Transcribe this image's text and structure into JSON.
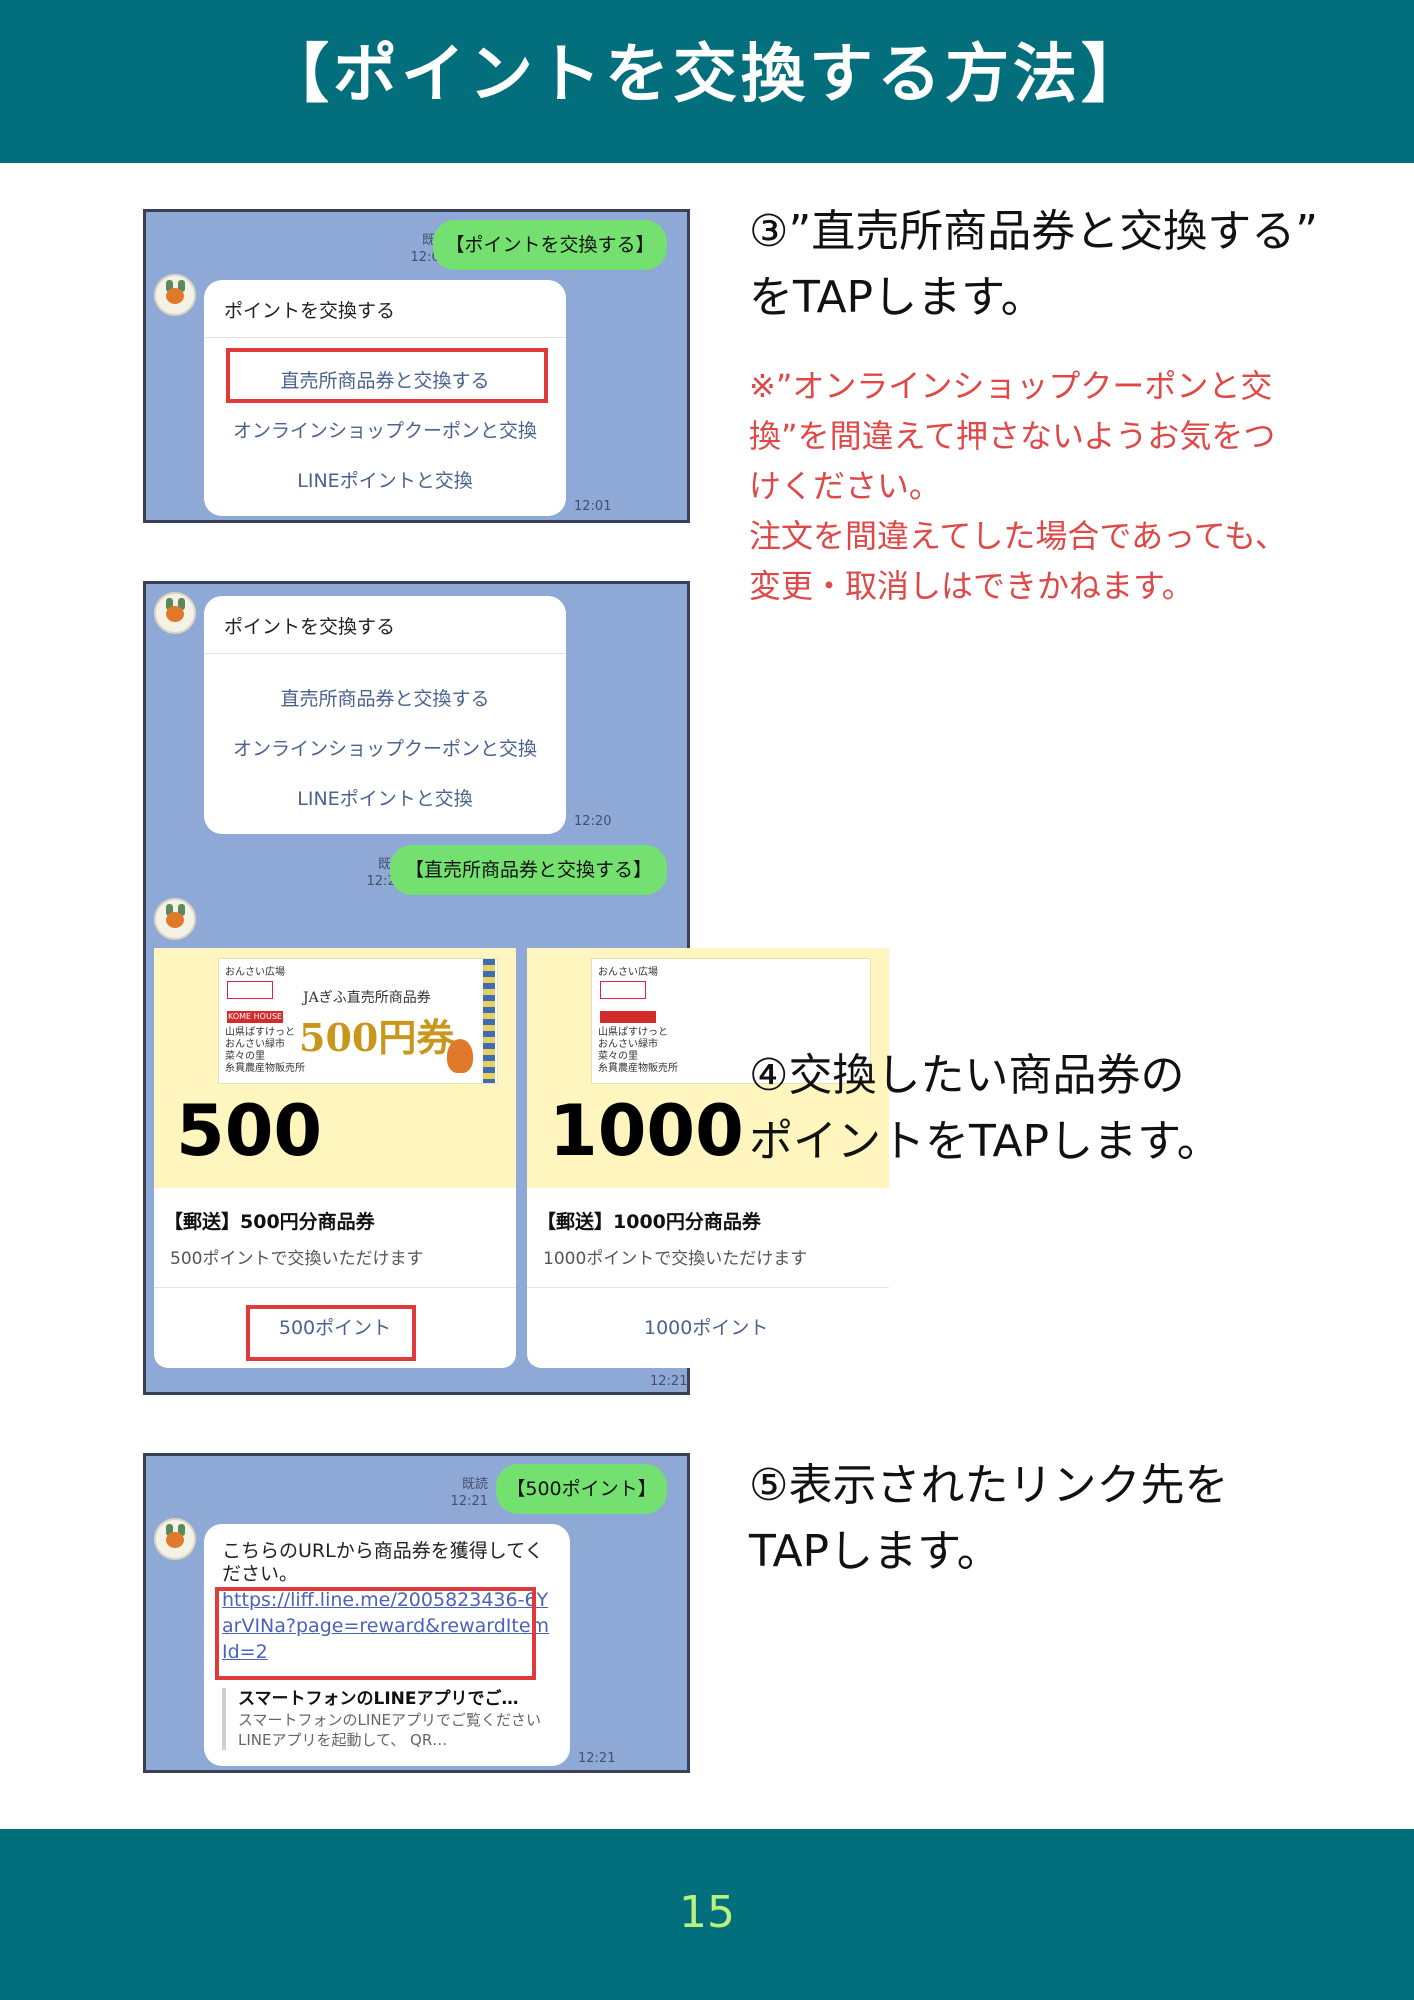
{
  "header": {
    "title": "【ポイントを交換する方法】"
  },
  "footer": {
    "page_number": "15"
  },
  "steps": {
    "step3": {
      "line1": "③”直売所商品券と交換する”",
      "line2": "をTAPします。"
    },
    "warning": {
      "line1": "※”オンラインショップクーポンと交",
      "line2": "換”を間違えて押さないようお気をつ",
      "line3": "けください。",
      "line4": "注文を間違えてした場合であっても、",
      "line5": "変更・取消しはできかねます。"
    },
    "step4": {
      "line1": "④交換したい商品券の",
      "line2": "ポイントをTAPします。"
    },
    "step5": {
      "line1": "⑤表示されたリンク先を",
      "line2": "TAPします。"
    }
  },
  "screenshot1": {
    "read_label": "既読",
    "sent_time": "12:01",
    "sent_message": "【ポイントを交換する】",
    "menu_title": "ポイントを交換する",
    "menu_items": [
      "直売所商品券と交換する",
      "オンラインショップクーポンと交換",
      "LINEポイントと交換"
    ],
    "menu_time": "12:01"
  },
  "screenshot2": {
    "menu_title": "ポイントを交換する",
    "menu_items": [
      "直売所商品券と交換する",
      "オンラインショップクーポンと交換",
      "LINEポイントと交換"
    ],
    "menu_time": "12:20",
    "read_label": "既読",
    "sent_time": "12:21",
    "sent_message": "【直売所商品券と交換する】",
    "tickets": [
      {
        "image_heading": "JAぎふ直売所商品券",
        "image_big": "500円券",
        "image_logo": "おんさい広場",
        "image_badge": "KOME HOUSE",
        "image_shops": [
          "山県ぱすけっと",
          "おんさい緑市",
          "菜々の里",
          "糸貫農産物販売所"
        ],
        "points": "500",
        "title": "【郵送】500円分商品券",
        "description": "500ポイントで交換いただけます",
        "button": "500ポイント"
      },
      {
        "image_logo": "おんさい広場",
        "image_shops": [
          "山県ぱすけっと",
          "おんさい緑市",
          "菜々の里",
          "糸貫農産物販売所"
        ],
        "points": "1000",
        "title": "【郵送】1000円分商品券",
        "description": "1000ポイントで交換いただけます",
        "button": "1000ポイント"
      }
    ],
    "carousel_time": "12:21"
  },
  "screenshot3": {
    "read_label": "既読",
    "sent_time": "12:21",
    "sent_message": "【500ポイント】",
    "message_text": "こちらのURLから商品券を獲得してください。",
    "link_text": "https://liff.line.me/2005823436-6YarVINa?page=reward&rewardItemId=2",
    "preview_title": "スマートフォンのLINEアプリでご…",
    "preview_description": "スマートフォンのLINEアプリでご覧ください LINEアプリを起動して、 QR…",
    "time": "12:21"
  },
  "colors": {
    "brand": "#036f7c",
    "page_number": "#b9f27e",
    "warning": "#e04848",
    "highlight_box": "#e13a3a",
    "chat_bg": "#8ea9d6",
    "sent_bubble": "#73e06f"
  },
  "icons": [
    "bot-avatar-icon"
  ]
}
